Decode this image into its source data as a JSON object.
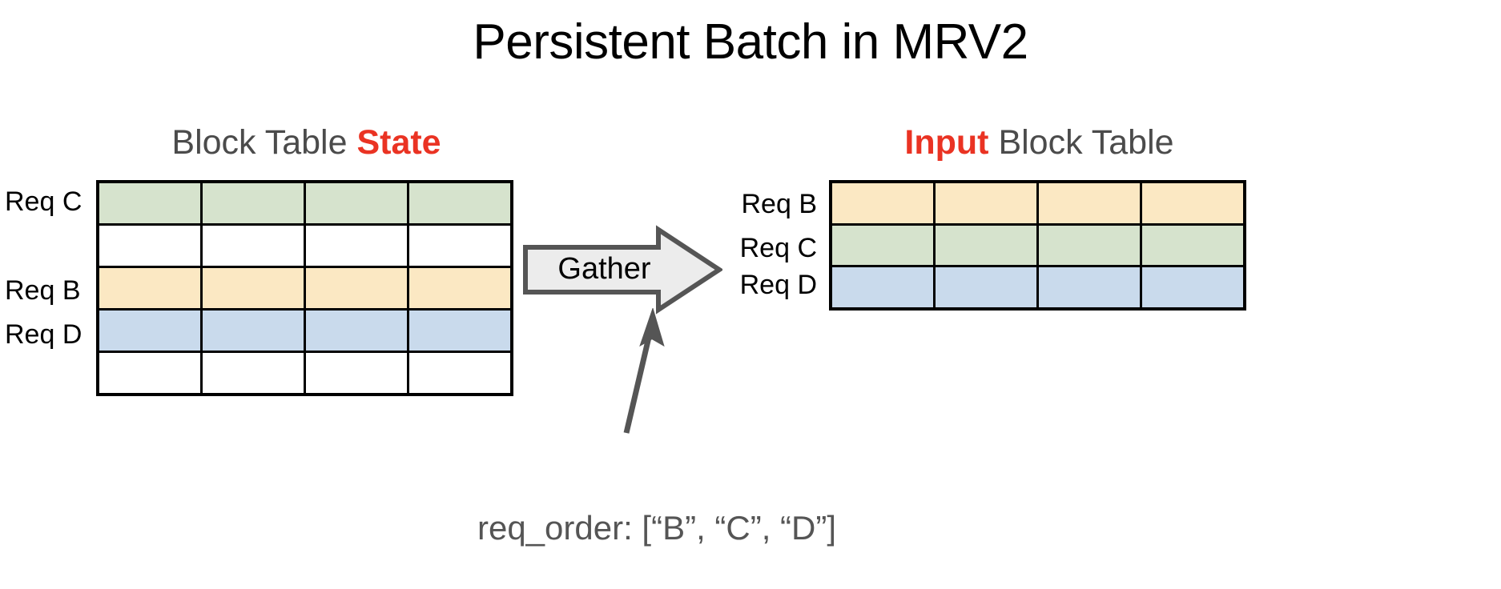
{
  "title": "Persistent Batch in MRV2",
  "colors": {
    "accent_red": "#ea3323",
    "heading_gray": "#4b4b4b",
    "caption_gray": "#555555",
    "cell_green": "#d6e3cd",
    "cell_yellow": "#fbe8c3",
    "cell_blue": "#c9daec",
    "cell_white": "#ffffff",
    "arrow_fill": "#ececec",
    "arrow_stroke": "#555555",
    "border_black": "#000000"
  },
  "left_panel": {
    "heading_prefix": "Block Table ",
    "heading_accent": "State",
    "heading_suffix": "",
    "table": {
      "columns": 4,
      "rows": [
        {
          "label": "Req C",
          "color": "green",
          "has_label": true
        },
        {
          "label": "",
          "color": "white",
          "has_label": false
        },
        {
          "label": "Req B",
          "color": "yellow",
          "has_label": true
        },
        {
          "label": "Req D",
          "color": "blue",
          "has_label": true
        },
        {
          "label": "",
          "color": "white",
          "has_label": false
        }
      ]
    },
    "row_labels": [
      "Req C",
      "Req B",
      "Req D"
    ]
  },
  "right_panel": {
    "heading_prefix": "",
    "heading_accent": "Input",
    "heading_suffix": " Block Table",
    "table": {
      "columns": 4,
      "rows": [
        {
          "label": "Req B",
          "color": "yellow",
          "has_label": true
        },
        {
          "label": "Req C",
          "color": "green",
          "has_label": true
        },
        {
          "label": "Req D",
          "color": "blue",
          "has_label": true
        }
      ]
    },
    "row_labels": [
      "Req B",
      "Req C",
      "Req D"
    ]
  },
  "operation": {
    "label": "Gather",
    "direction": "right"
  },
  "caption": "req_order: [“B”, “C”, “D”]"
}
